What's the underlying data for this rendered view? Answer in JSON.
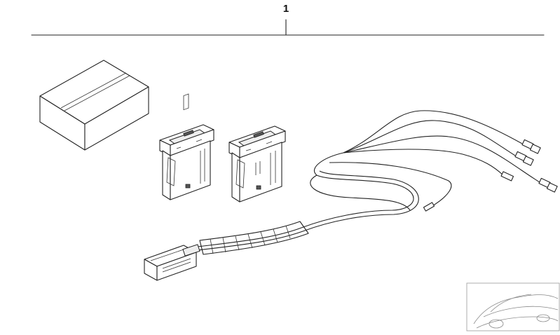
{
  "diagram": {
    "callout_number": "1",
    "parts": [
      {
        "name": "package-box"
      },
      {
        "name": "switch-left"
      },
      {
        "name": "switch-right"
      },
      {
        "name": "wiring-harness"
      }
    ],
    "thumbnail": "car-silhouette-icon"
  }
}
